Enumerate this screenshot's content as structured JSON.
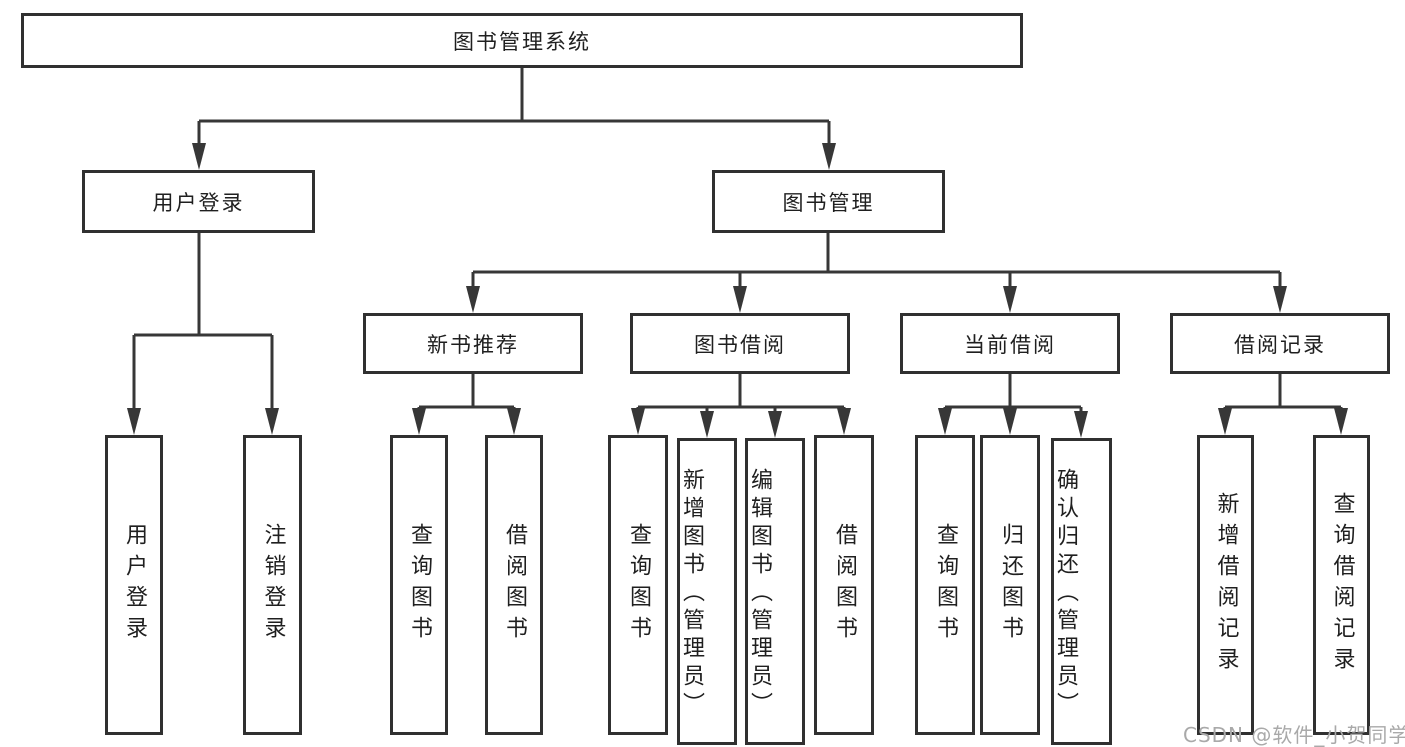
{
  "watermark": "CSDN @软件_小贺同学",
  "colors": {
    "line": "#373737",
    "box_border": "#303030",
    "text": "#1f1f1f",
    "watermark": "#a9a9a9",
    "background": "#ffffff"
  },
  "tree": {
    "label": "图书管理系统",
    "children": [
      {
        "label": "用户登录",
        "children": [
          {
            "label": "用户登录"
          },
          {
            "label": "注销登录"
          }
        ]
      },
      {
        "label": "图书管理",
        "children": [
          {
            "label": "新书推荐",
            "children": [
              {
                "label": "查询图书"
              },
              {
                "label": "借阅图书"
              }
            ]
          },
          {
            "label": "图书借阅",
            "children": [
              {
                "label": "查询图书"
              },
              {
                "label": "新增图书（管理员）"
              },
              {
                "label": "编辑图书（管理员）"
              },
              {
                "label": "借阅图书"
              }
            ]
          },
          {
            "label": "当前借阅",
            "children": [
              {
                "label": "查询图书"
              },
              {
                "label": "归还图书"
              },
              {
                "label": "确认归还（管理员）"
              }
            ]
          },
          {
            "label": "借阅记录",
            "children": [
              {
                "label": "新增借阅记录"
              },
              {
                "label": "查询借阅记录"
              }
            ]
          }
        ]
      }
    ]
  }
}
